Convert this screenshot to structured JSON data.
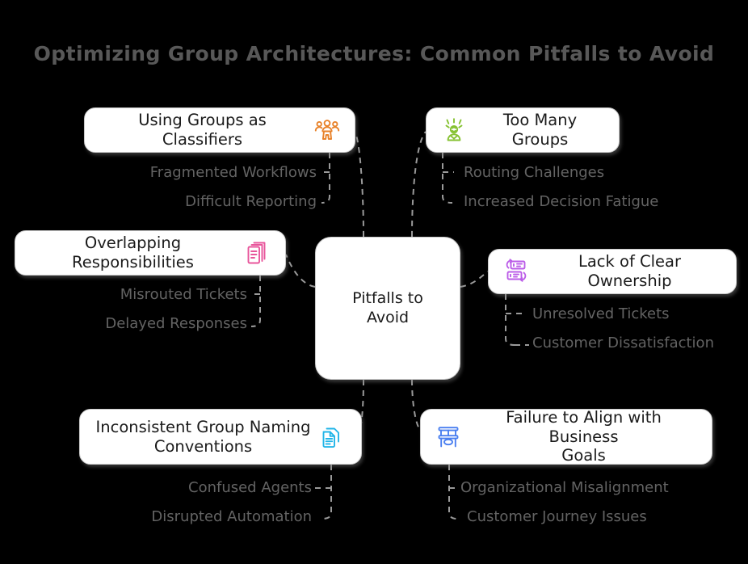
{
  "title": "Optimizing Group Architectures: Common Pitfalls to Avoid",
  "center": {
    "label": "Pitfalls to\nAvoid"
  },
  "colors": {
    "background": "#000000",
    "node_fill": "#ffffff",
    "node_border": "#c9c9c9",
    "node_text": "#1a1a1a",
    "sub_text": "#636363",
    "title_text": "#585858",
    "connector": "#9a9a9a",
    "icon_orange": "#e8822a",
    "icon_green": "#86c232",
    "icon_pink": "#e8559b",
    "icon_purple": "#bb5ce8",
    "icon_cyan": "#22b5e8",
    "icon_blue": "#4a7ff0"
  },
  "branches": [
    {
      "id": "classifiers",
      "label": "Using Groups as Classifiers",
      "icon": "users-group-icon",
      "icon_color": "#e8822a",
      "icon_side": "right",
      "subs": [
        "Fragmented Workflows",
        "Difficult Reporting"
      ]
    },
    {
      "id": "toomany",
      "label": "Too Many Groups",
      "icon": "alert-person-icon",
      "icon_color": "#86c232",
      "icon_side": "left",
      "subs": [
        "Routing Challenges",
        "Increased Decision Fatigue"
      ]
    },
    {
      "id": "overlapping",
      "label": "Overlapping Responsibilities",
      "icon": "stacked-documents-icon",
      "icon_color": "#e8559b",
      "icon_side": "right",
      "subs": [
        "Misrouted Tickets",
        "Delayed Responses"
      ]
    },
    {
      "id": "ownership",
      "label": "Lack of Clear Ownership",
      "icon": "server-transfer-icon",
      "icon_color": "#bb5ce8",
      "icon_side": "left",
      "subs": [
        "Unresolved Tickets",
        "Customer Dissatisfaction"
      ]
    },
    {
      "id": "naming",
      "label": "Inconsistent Group Naming\nConventions",
      "icon": "copy-documents-icon",
      "icon_color": "#22b5e8",
      "icon_side": "right",
      "subs": [
        "Confused Agents",
        "Disrupted Automation"
      ]
    },
    {
      "id": "align",
      "label": "Failure to Align with Business\nGoals",
      "icon": "bench-building-icon",
      "icon_color": "#4a7ff0",
      "icon_side": "left",
      "subs": [
        "Organizational Misalignment",
        "Customer Journey Issues"
      ]
    }
  ]
}
